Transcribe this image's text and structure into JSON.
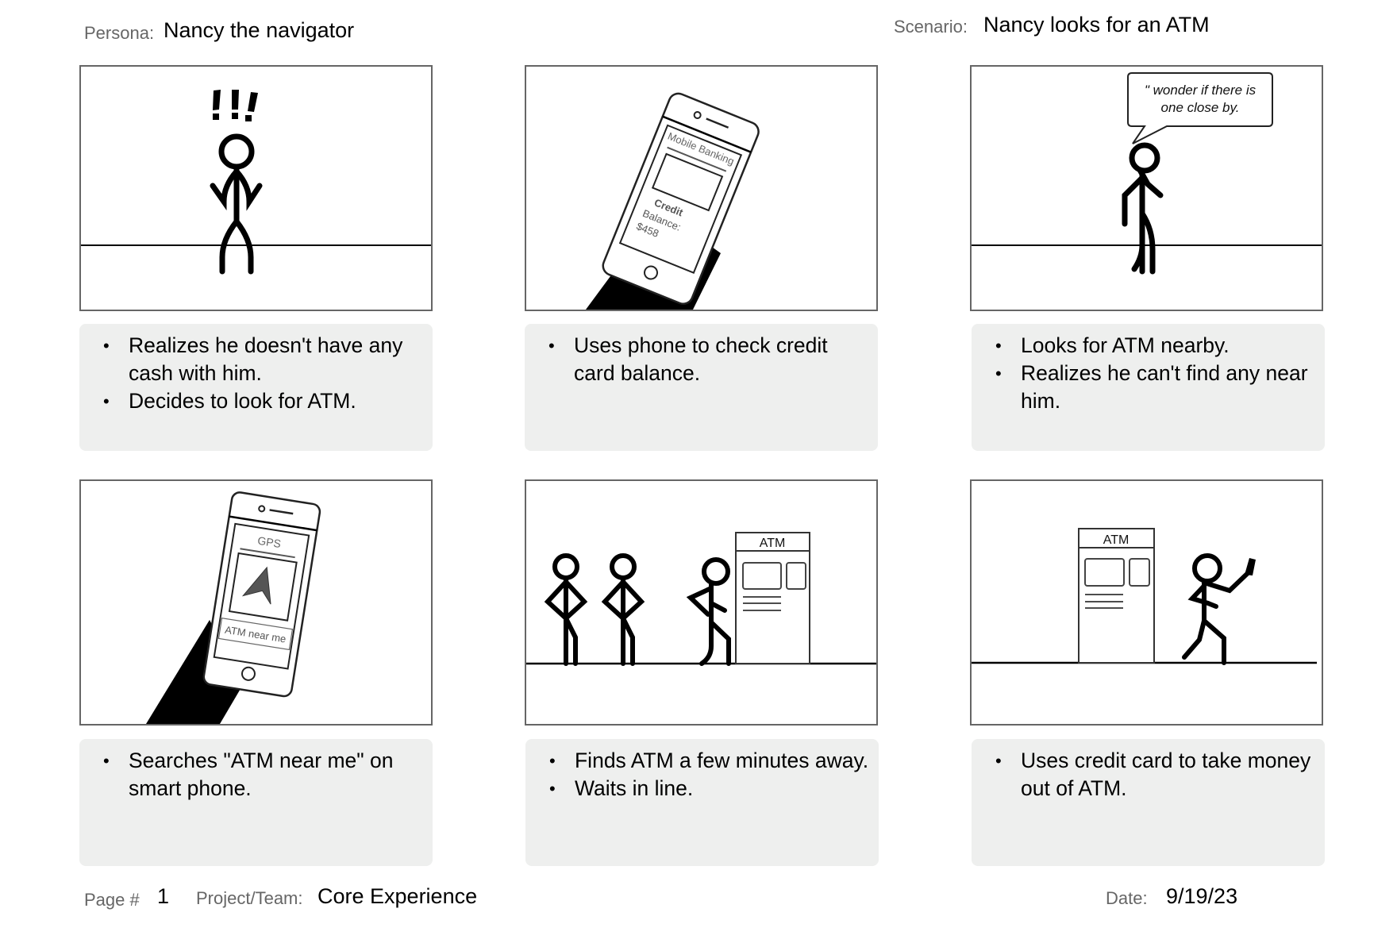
{
  "header": {
    "persona_label": "Persona:",
    "persona_value": "Nancy the navigator",
    "scenario_label": "Scenario:",
    "scenario_value": "Nancy looks for an ATM"
  },
  "panels": [
    {
      "scene": "stick figure with exclamation marks",
      "exclamation": "!!!",
      "bullets": [
        "Realizes he doesn't have any cash with him.",
        "Decides to look for ATM."
      ]
    },
    {
      "scene": "hand holding phone with mobile banking app",
      "phone_title": "Mobile Banking",
      "phone_line1": "Credit",
      "phone_line2": "Balance:",
      "phone_line3": "$458",
      "bullets": [
        "Uses phone to check credit card balance."
      ]
    },
    {
      "scene": "stick figure thinking with speech bubble",
      "speech_line1": "\" wonder if there is",
      "speech_line2": "one close by.",
      "bullets": [
        "Looks for ATM nearby.",
        "Realizes he can't find any near him."
      ]
    },
    {
      "scene": "hand holding phone with GPS app",
      "phone_title": "GPS",
      "phone_search": "ATM near me",
      "bullets": [
        "Searches \"ATM near me\" on smart phone."
      ]
    },
    {
      "scene": "three stick figures waiting in line at ATM",
      "atm_label": "ATM",
      "bullets": [
        "Finds ATM a few minutes away.",
        "Waits in line."
      ]
    },
    {
      "scene": "stick figure walking away from ATM holding cash",
      "atm_label": "ATM",
      "bullets": [
        "Uses credit card to take money out of ATM."
      ]
    }
  ],
  "footer": {
    "page_label": "Page #",
    "page_value": "1",
    "project_label": "Project/Team:",
    "project_value": "Core Experience",
    "date_label": "Date:",
    "date_value": "9/19/23"
  },
  "colors": {
    "frame_border": "#666666",
    "caption_bg": "#eeefee",
    "label_gray": "#666666",
    "ink": "#000000"
  }
}
